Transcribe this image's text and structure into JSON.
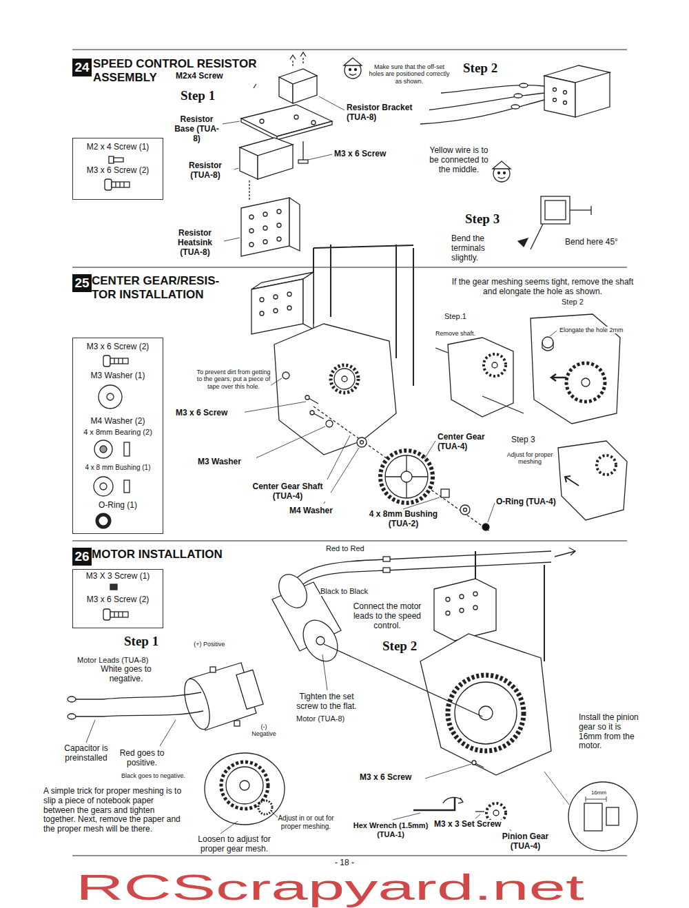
{
  "diagram": {
    "nodes": [
      {
        "text": [
          "24"
        ]
      },
      {
        "text": [
          "M2 x 4 Screw (1)",
          "M3 x 6 Screw (2)"
        ]
      },
      {
        "text": [
          "25"
        ]
      },
      {
        "text": [
          "M3 x 6 Screw (2)",
          "M3 Washer (1)",
          "M4 Washer (2)",
          "4 x 8mm Bearing (2)",
          "4 x 8 mm Bushing (1)",
          "O-Ring (1)"
        ]
      },
      {
        "text": [
          "26"
        ]
      },
      {
        "text": [
          "M3 X 3 Screw (1)",
          "M3 x 6 Screw (2)"
        ]
      }
    ],
    "labels": [
      "SPEED CONTROL RESISTOR ASSEMBLY",
      "M2x4 Screw",
      "Step 1",
      "Resistor Base (TUA-8)",
      "Make sure that the off-set holes are positioned correctly as shown.",
      "Step 2",
      "Resistor Bracket (TUA-8)",
      "M3 x 6 Screw",
      "Resistor (TUA-8)",
      "Yellow wire is to be connected to the middle.",
      "Resistor Heatsink (TUA-8)",
      "Step 3",
      "Bend the terminals slightly.",
      "Bend here 45°",
      "CENTER GEAR/RESIS- TOR INSTALLATION",
      "If the gear meshing seems tight, remove the shaft and elongate the hole as shown.",
      "Step 2",
      "Step.1",
      "Remove shaft.",
      "Elongate the hole 2mm",
      "To prevent dirt from getting to the gears, put a piece of tape over this hole.",
      "M3 x 6 Screw",
      "M3 Washer",
      "Center Gear (TUA-4)",
      "Step 3",
      "Adjust for proper meshing",
      "Center Gear Shaft (TUA-4)",
      "M4 Washer",
      "4 x 8mm Bushing (TUA-2)",
      "O-Ring (TUA-4)",
      "MOTOR INSTALLATION",
      "Red to Red",
      "Black to Black",
      "Connect the motor leads to the speed control.",
      "Step 1",
      "Step 2",
      "(+) Positive",
      "Motor Leads (TUA-8)",
      "White goes to negative.",
      "Tighten the set screw to the flat.",
      "Motor (TUA-8)",
      "(-) Negative",
      "Capacitor is preinstalled",
      "Red goes to positive.",
      "Black goes to negative.",
      "Install the pinion gear so it is 16mm from the motor.",
      "16mm",
      "M3 x 6 Screw",
      "A simple trick for proper meshing is to slip a piece of notebook paper between the gears and tighten together. Next, remove the paper and the proper mesh will be there.",
      "Adjust in or out for proper meshing.",
      "Loosen to adjust for proper gear mesh.",
      "Hex Wrench (1.5mm) (TUA-1)",
      "M3 x 3 Set Screw",
      "Pinion Gear (TUA-4)",
      "- 18 -",
      "RCScrapyard.net"
    ]
  }
}
